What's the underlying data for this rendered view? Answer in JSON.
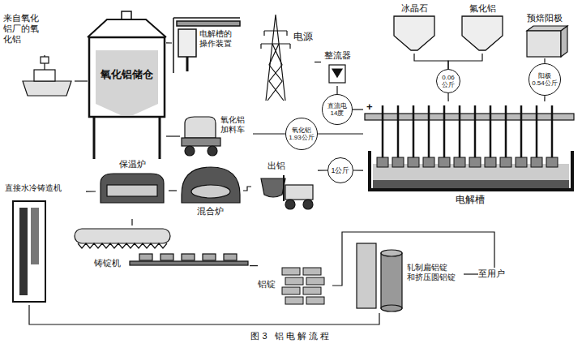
{
  "diagram": {
    "caption": "图3 铝电解流程",
    "nodes": [
      {
        "text": [
          "来自氧化 铝厂的氧 化铝"
        ]
      },
      {
        "text": [
          "氧化铝储仓"
        ]
      },
      {
        "text": [
          "电解槽的 操作装置"
        ]
      },
      {
        "text": [
          "电源"
        ]
      },
      {
        "text": [
          "整流器"
        ]
      },
      {
        "text": [
          "氧化铝 加料车"
        ]
      },
      {
        "text": [
          "冰晶石"
        ]
      },
      {
        "text": [
          "氟化铝"
        ]
      },
      {
        "text": [
          "预焙阳极"
        ]
      },
      {
        "text": [
          "0.06 公斤"
        ]
      },
      {
        "text": [
          "阳极 0.54公斤"
        ]
      },
      {
        "text": [
          "直流电 14度"
        ]
      },
      {
        "text": [
          "氧化铝 1.93公斤"
        ]
      },
      {
        "text": [
          "电解槽"
        ]
      },
      {
        "text": [
          "1公斤"
        ]
      },
      {
        "text": [
          "出铝"
        ]
      },
      {
        "text": [
          "混合炉"
        ]
      },
      {
        "text": [
          "保温炉"
        ]
      },
      {
        "text": [
          "直接水冷铸造机"
        ]
      },
      {
        "text": [
          "铸锭机"
        ]
      },
      {
        "text": [
          "铝锭"
        ]
      },
      {
        "text": [
          "轧制扁铝锭 和挤压圆铝锭"
        ]
      },
      {
        "text": [
          "至用户"
        ]
      }
    ],
    "edges": [
      {
        "from": 0,
        "to": 1,
        "arrow": "none"
      },
      {
        "from": 1,
        "to": 2,
        "arrow": "none"
      },
      {
        "from": 1,
        "to": 5,
        "arrow": "none"
      },
      {
        "from": 5,
        "to": 12,
        "arrow": "none"
      },
      {
        "from": 3,
        "to": 4,
        "arrow": "none"
      },
      {
        "from": 4,
        "to": 11,
        "arrow": "none"
      },
      {
        "from": 6,
        "to": 9,
        "arrow": "none"
      },
      {
        "from": 7,
        "to": 9,
        "arrow": "none"
      },
      {
        "from": 9,
        "to": 13,
        "arrow": "none"
      },
      {
        "from": 8,
        "to": 10,
        "arrow": "none"
      },
      {
        "from": 10,
        "to": 13,
        "arrow": "none"
      },
      {
        "from": 11,
        "to": 13,
        "arrow": "none"
      },
      {
        "from": 12,
        "to": 13,
        "arrow": "none"
      },
      {
        "from": 13,
        "to": 14,
        "arrow": "none"
      },
      {
        "from": 14,
        "to": 15,
        "arrow": "none"
      },
      {
        "from": 15,
        "to": 16,
        "arrow": "none"
      },
      {
        "from": 16,
        "to": 17,
        "arrow": "none"
      },
      {
        "from": 17,
        "to": 18,
        "arrow": "none"
      },
      {
        "from": 17,
        "to": 19,
        "arrow": "none"
      },
      {
        "from": 19,
        "to": 20,
        "arrow": "none"
      },
      {
        "from": 20,
        "to": 22,
        "arrow": "none"
      },
      {
        "from": 21,
        "to": 22,
        "arrow": "none"
      },
      {
        "from": 18,
        "to": 21,
        "arrow": "none"
      }
    ],
    "labels": [
      "+"
    ]
  }
}
